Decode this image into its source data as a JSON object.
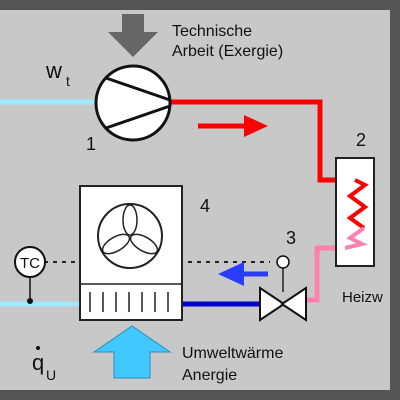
{
  "labels": {
    "technische_line1": "Technische",
    "technische_line2": "Arbeit (Exergie)",
    "wt_main": "w",
    "wt_sub": "t",
    "num_1": "1",
    "num_2": "2",
    "num_3": "3",
    "num_4": "4",
    "tc": "TC",
    "heizw": "Heizw",
    "q_main": "q",
    "q_sub": "U",
    "umwelt_line1": "Umweltwärme",
    "umwelt_line2": "Anergie"
  },
  "colors": {
    "background": "#c8c8c8",
    "frame": "#555555",
    "hot_line": "#ff0000",
    "warm_line": "#ff7fb0",
    "cold_line": "#0000cc",
    "ambient_line": "#9fe8ff",
    "arrow_blue": "#2a3cff",
    "arrow_cyan": "#40c8ff",
    "arrow_grey": "#666666",
    "component_fill": "#ffffff"
  }
}
